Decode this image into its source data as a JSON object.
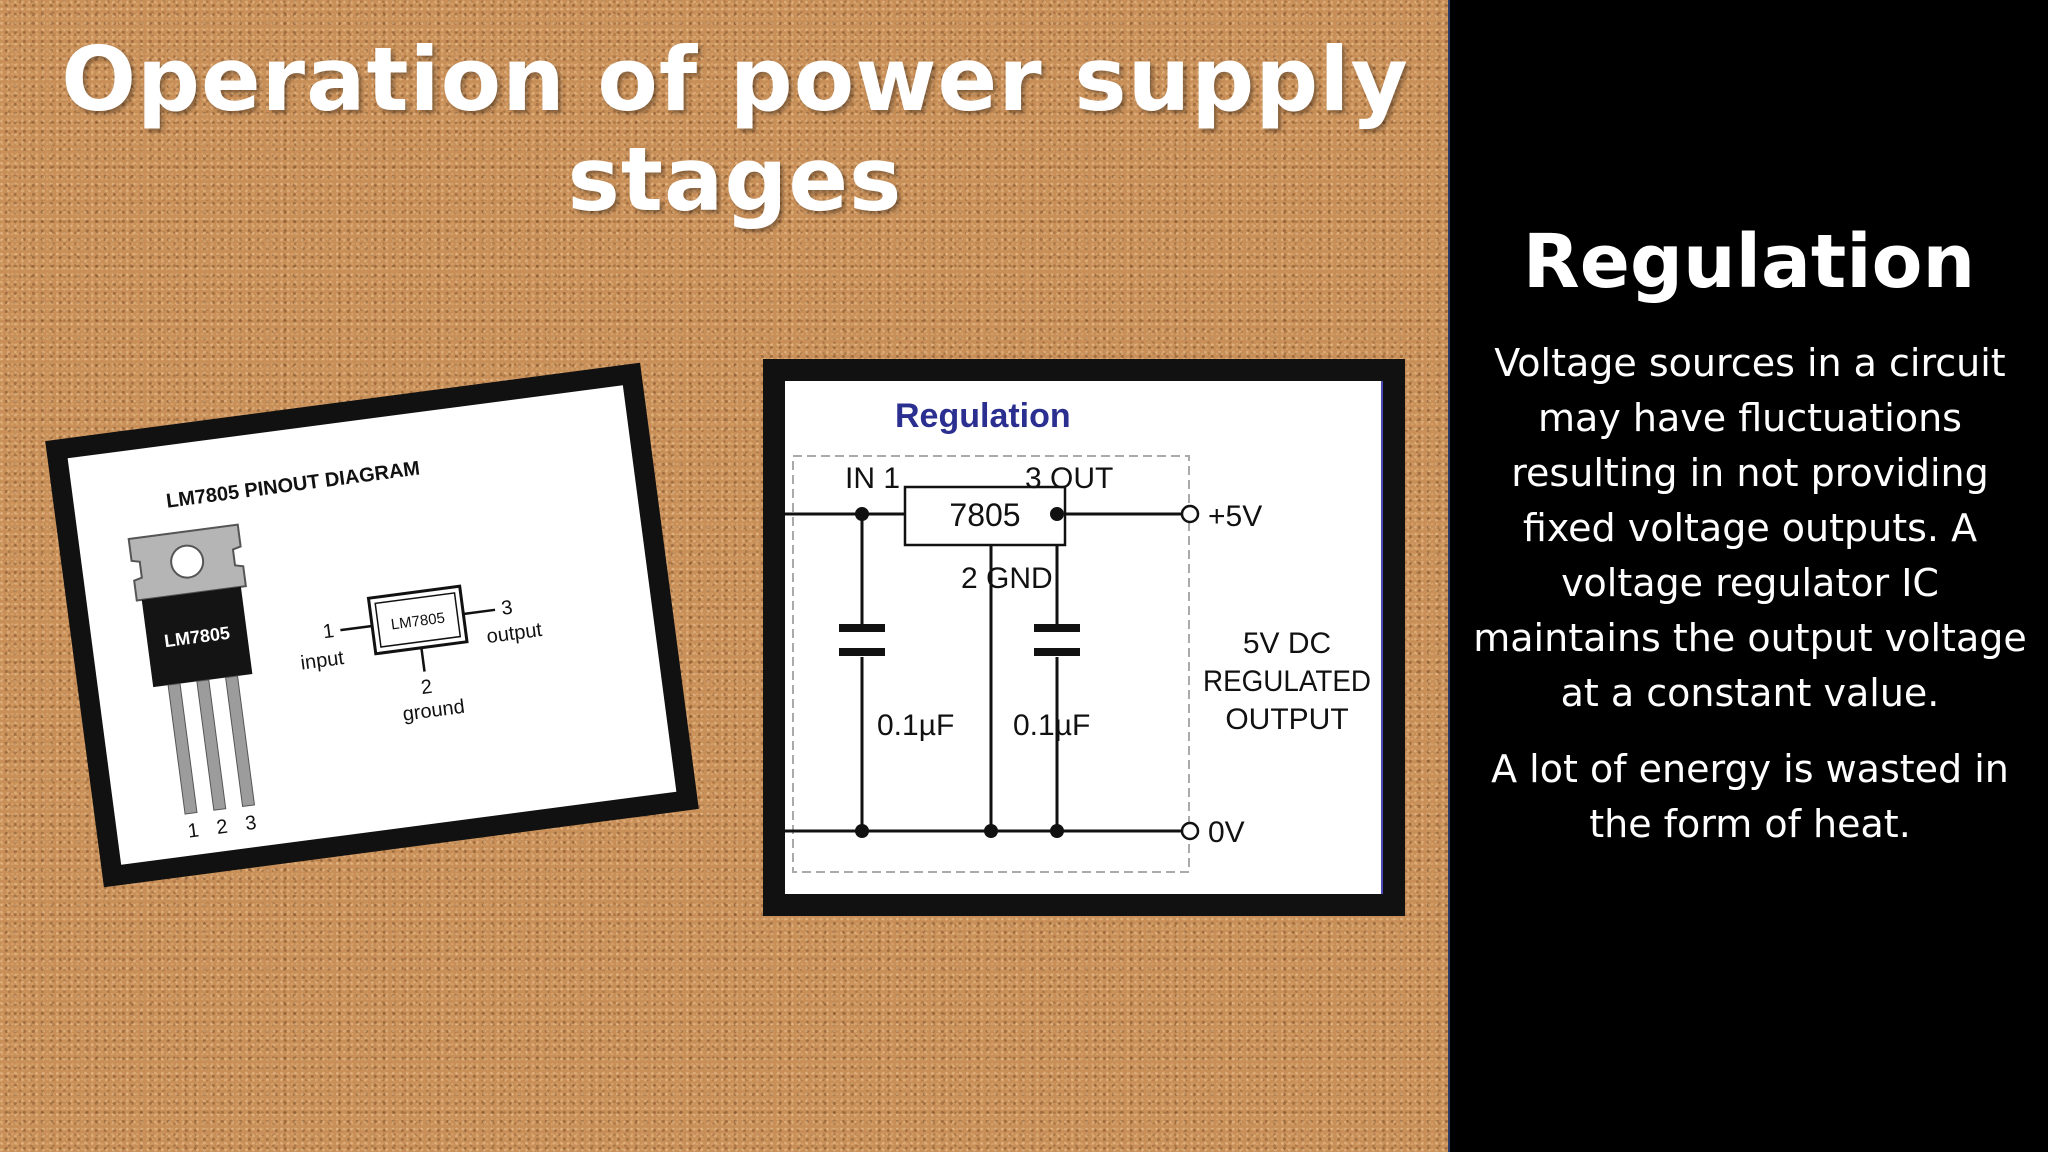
{
  "slide": {
    "title": "Operation of power supply stages"
  },
  "pinout_diagram": {
    "heading": "LM7805 PINOUT DIAGRAM",
    "package_label": "LM7805",
    "symbol_label": "LM7805",
    "pin_numbers": [
      "1",
      "2",
      "3"
    ],
    "pin1_number": "1",
    "pin1_name": "input",
    "pin2_number": "2",
    "pin2_name": "ground",
    "pin3_number": "3",
    "pin3_name": "output"
  },
  "regulation_circuit": {
    "heading": "Regulation",
    "in_label": "IN 1",
    "out_label": "3 OUT",
    "ic_label": "7805",
    "gnd_label": "2 GND",
    "cap1_label": "0.1µF",
    "cap2_label": "0.1µF",
    "plus_label": "+5V",
    "zero_label": "0V",
    "output_desc": [
      "5V DC",
      "REGULATED",
      "OUTPUT"
    ],
    "heading_color": "#2b2f8f"
  },
  "sidebar": {
    "title": "Regulation",
    "paragraph1": "Voltage sources in a circuit may have fluctuations resulting in not providing fixed voltage outputs. A voltage regulator IC maintains the output voltage at a constant value.",
    "paragraph2": "A lot of energy is wasted in the form of heat."
  },
  "colors": {
    "cork_background": "#c98f58",
    "sidebar_background": "#000000",
    "text_on_dark": "#ffffff"
  }
}
